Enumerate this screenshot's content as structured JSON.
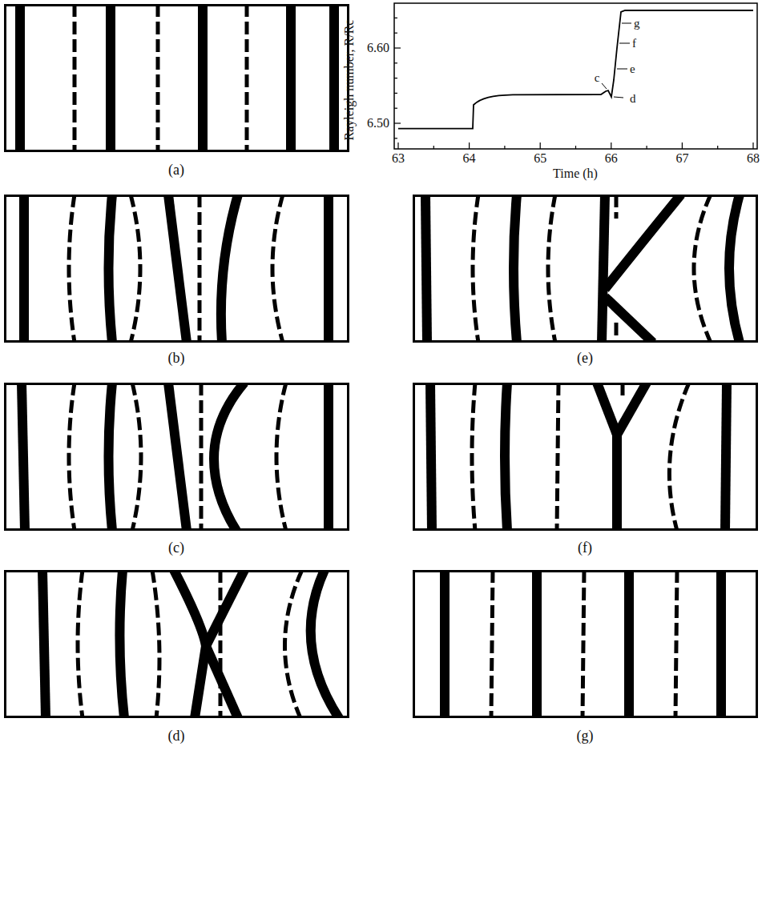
{
  "diagram": {
    "labels": [
      "(a)",
      "Rayleigh number, R/Rc",
      "6.50",
      "6.60",
      "63",
      "64",
      "65",
      "66",
      "67",
      "68",
      "Time (h)",
      "c",
      "d",
      "e",
      "f",
      "g",
      "(b)",
      "(c)",
      "(d)",
      "(e)",
      "(f)",
      "(g)"
    ]
  }
}
